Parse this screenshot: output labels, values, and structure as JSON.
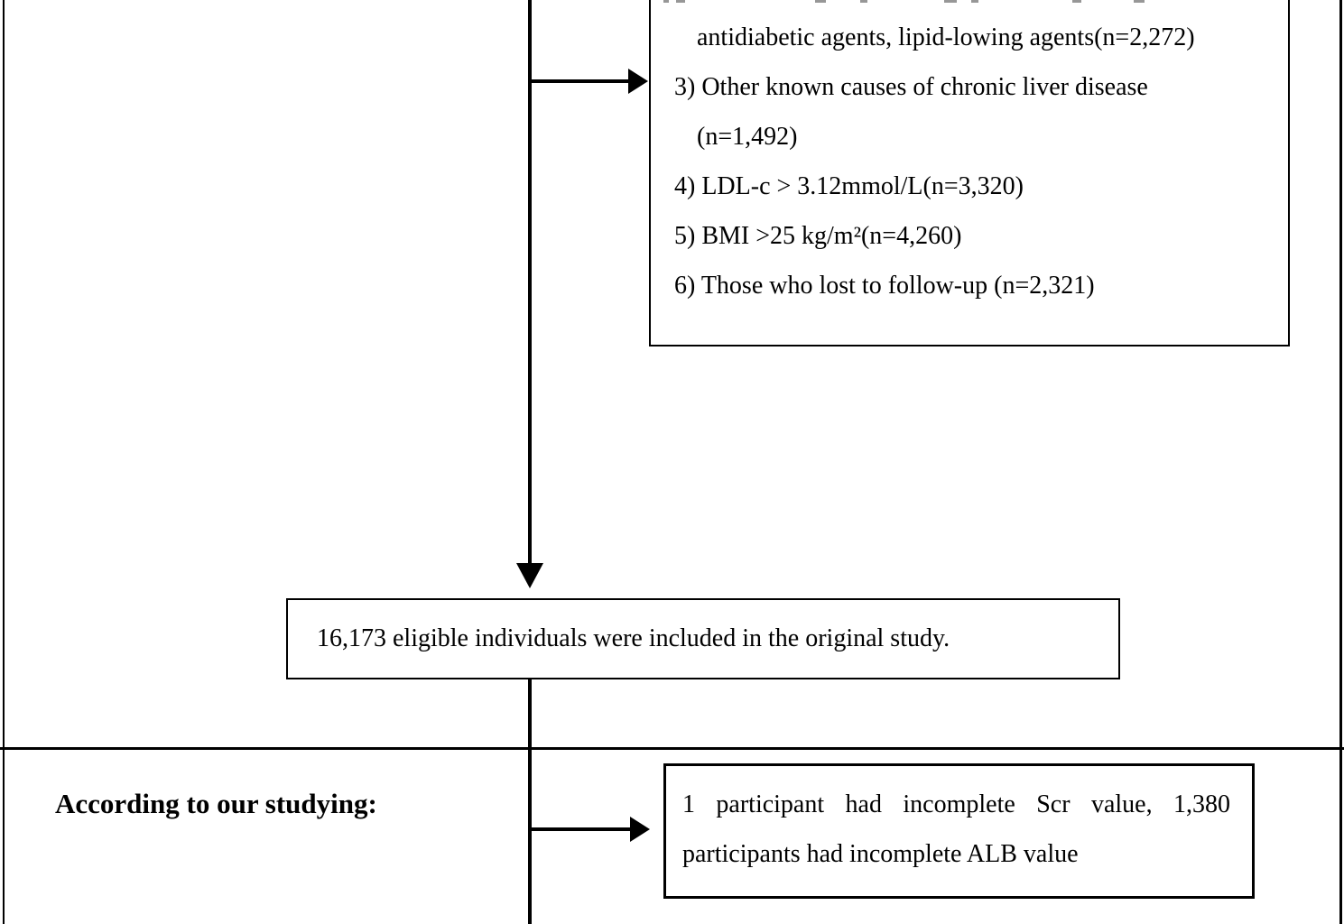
{
  "colors": {
    "line": "#000000",
    "background": "#ffffff",
    "cutoff_fragment": "#979797"
  },
  "exclusion_box": {
    "lines": [
      "antidiabetic agents, lipid-lowing agents(n=2,272)",
      "3) Other known causes of chronic liver disease",
      "(n=1,492)",
      "4) LDL-c > 3.12mmol/L(n=3,320)",
      "5) BMI >25 kg/m²(n=4,260)",
      "6) Those who lost to follow-up (n=2,321)"
    ]
  },
  "eligible_box": {
    "text": "16,173 eligible individuals were included in the original study."
  },
  "section_label": {
    "text": "According to our studying:"
  },
  "incomplete_box": {
    "lines": [
      "1 participant had incomplete Scr value, 1,380",
      "participants had incomplete ALB value"
    ]
  }
}
